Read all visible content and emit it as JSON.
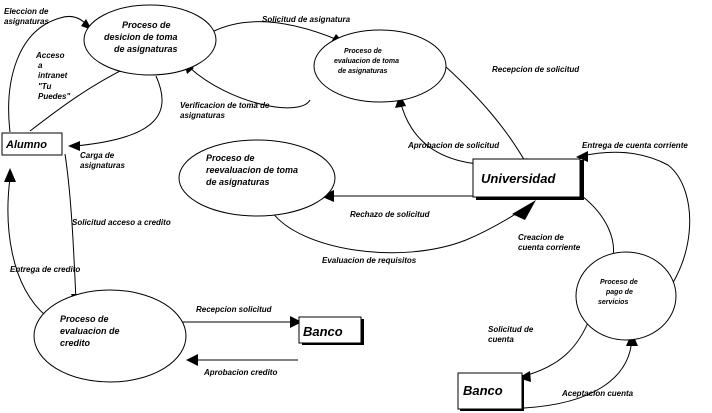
{
  "processes": {
    "p1": [
      "Proceso de",
      "desicion de toma",
      "de asignaturas"
    ],
    "p2": [
      "Proceso de",
      "evaluacion de toma",
      "de asignaturas"
    ],
    "p3": [
      "Proceso de",
      "reevaluacion de toma",
      "de asignaturas"
    ],
    "p4": [
      "Proceso de",
      "evaluacion de",
      "credito"
    ],
    "p5": [
      "Proceso de",
      "pago de",
      "servicios"
    ]
  },
  "entities": {
    "alumno": "Alumno",
    "universidad": "Universidad",
    "banco1": "Banco",
    "banco2": "Banco"
  },
  "flows": {
    "eleccion": [
      "Eleccion de",
      "asignaturas"
    ],
    "acceso": [
      "Acceso",
      "a",
      "intranet",
      "\"Tu",
      "Puedes\""
    ],
    "solicitud_asig": [
      "Solicitud de asignatura"
    ],
    "verificacion": [
      "Verificacion de toma de",
      "asignaturas"
    ],
    "carga": [
      "Carga de",
      "asignaturas"
    ],
    "recepcion_sol": [
      "Recepcion de solicitud"
    ],
    "aprobacion_sol": [
      "Aprobacion de solicitud"
    ],
    "entrega_cc": [
      "Entrega de cuenta corriente"
    ],
    "rechazo": [
      "Rechazo de solicitud"
    ],
    "evaluacion_req": [
      "Evaluacion de requisitos"
    ],
    "creacion_cc": [
      "Creacion de",
      "cuenta corriente"
    ],
    "solicitud_credito": [
      "Solicitud acceso a credito"
    ],
    "entrega_credito": [
      "Entrega de credito"
    ],
    "recepcion_solicitud": [
      "Recepcion solicitud"
    ],
    "aprobacion_credito": [
      "Aprobacion credito"
    ],
    "solicitud_cuenta": [
      "Solicitud de",
      "cuenta"
    ],
    "aceptacion_cuenta": [
      "Aceptacion cuenta"
    ]
  }
}
